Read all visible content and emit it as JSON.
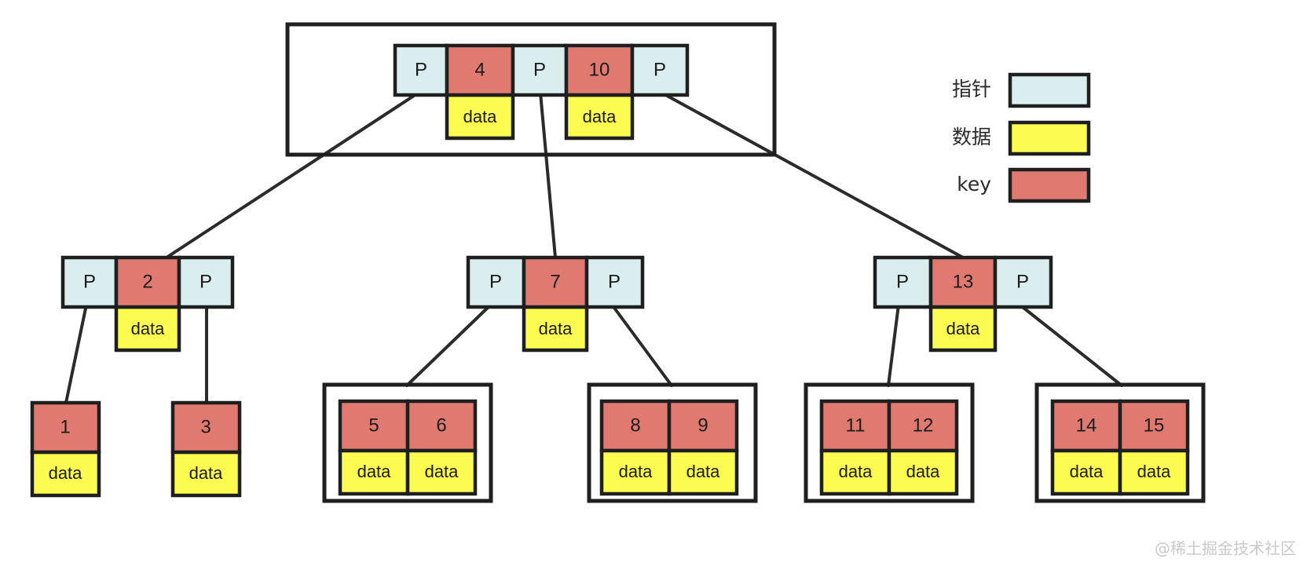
{
  "diagram": {
    "title": "B+ Tree / B-Tree node structure diagram",
    "colors": {
      "pointer": "#DAEEF0",
      "data": "#FBFB50",
      "key": "#E07A71",
      "stroke": "#1F1F1F",
      "edge": "#2B2B2B",
      "background": "#FFFFFF",
      "watermark": "#C9C9C9"
    },
    "pointer_label": "P",
    "data_label": "data"
  },
  "legend": {
    "items": [
      {
        "label": "指针",
        "color": "#DAEEF0",
        "name": "pointer"
      },
      {
        "label": "数据",
        "color": "#FBFB50",
        "name": "data"
      },
      {
        "label": "key",
        "color": "#E07A71",
        "name": "key"
      }
    ]
  },
  "watermark": {
    "text": "@稀土掘金技术社区"
  },
  "tree": {
    "root": {
      "name": "root-node",
      "boxed": true,
      "cells": [
        {
          "type": "pointer",
          "label": "P"
        },
        {
          "type": "key",
          "label": "4",
          "data": "data"
        },
        {
          "type": "pointer",
          "label": "P"
        },
        {
          "type": "key",
          "label": "10",
          "data": "data"
        },
        {
          "type": "pointer",
          "label": "P"
        }
      ]
    },
    "internal": [
      {
        "name": "internal-node-2",
        "boxed": false,
        "cells": [
          {
            "type": "pointer",
            "label": "P"
          },
          {
            "type": "key",
            "label": "2",
            "data": "data"
          },
          {
            "type": "pointer",
            "label": "P"
          }
        ]
      },
      {
        "name": "internal-node-7",
        "boxed": false,
        "cells": [
          {
            "type": "pointer",
            "label": "P"
          },
          {
            "type": "key",
            "label": "7",
            "data": "data"
          },
          {
            "type": "pointer",
            "label": "P"
          }
        ]
      },
      {
        "name": "internal-node-13",
        "boxed": false,
        "cells": [
          {
            "type": "pointer",
            "label": "P"
          },
          {
            "type": "key",
            "label": "13",
            "data": "data"
          },
          {
            "type": "pointer",
            "label": "P"
          }
        ]
      }
    ],
    "leaves": [
      {
        "name": "leaf-1",
        "boxed": false,
        "keys": [
          "1"
        ],
        "data": [
          "data"
        ]
      },
      {
        "name": "leaf-3",
        "boxed": false,
        "keys": [
          "3"
        ],
        "data": [
          "data"
        ]
      },
      {
        "name": "leaf-5-6",
        "boxed": true,
        "keys": [
          "5",
          "6"
        ],
        "data": [
          "data",
          "data"
        ]
      },
      {
        "name": "leaf-8-9",
        "boxed": true,
        "keys": [
          "8",
          "9"
        ],
        "data": [
          "data",
          "data"
        ]
      },
      {
        "name": "leaf-11-12",
        "boxed": true,
        "keys": [
          "11",
          "12"
        ],
        "data": [
          "data",
          "data"
        ]
      },
      {
        "name": "leaf-14-15",
        "boxed": true,
        "keys": [
          "14",
          "15"
        ],
        "data": [
          "data",
          "data"
        ]
      }
    ]
  }
}
